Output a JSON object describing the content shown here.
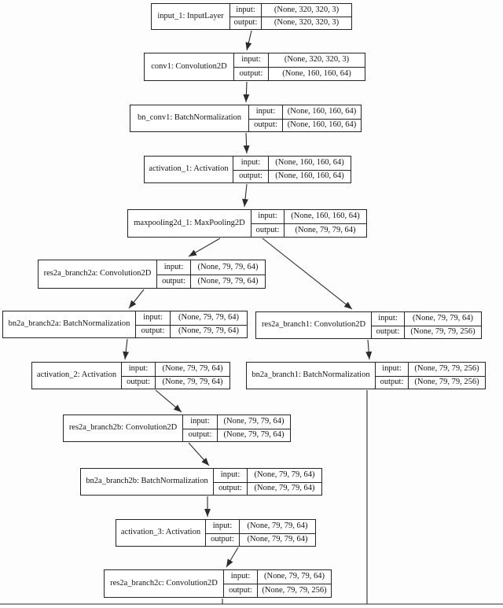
{
  "diagram": {
    "kind": "keras-model-architecture-plot",
    "io_labels": {
      "input": "input:",
      "output": "output:"
    },
    "colors": {
      "background": "#fdfdfd",
      "node_fill": "#ffffff",
      "border": "#252525",
      "edge": "#2c2c2c",
      "text": "#141414"
    },
    "nodes": [
      {
        "id": "input_1",
        "label": "input_1: InputLayer",
        "input": "(None, 320, 320, 3)",
        "output": "(None, 320, 320, 3)"
      },
      {
        "id": "conv1",
        "label": "conv1: Convolution2D",
        "input": "(None, 320, 320, 3)",
        "output": "(None, 160, 160, 64)"
      },
      {
        "id": "bn_conv1",
        "label": "bn_conv1: BatchNormalization",
        "input": "(None, 160, 160, 64)",
        "output": "(None, 160, 160, 64)"
      },
      {
        "id": "activation_1",
        "label": "activation_1: Activation",
        "input": "(None, 160, 160, 64)",
        "output": "(None, 160, 160, 64)"
      },
      {
        "id": "maxpooling2d_1",
        "label": "maxpooling2d_1: MaxPooling2D",
        "input": "(None, 160, 160, 64)",
        "output": "(None, 79, 79, 64)"
      },
      {
        "id": "res2a_branch2a",
        "label": "res2a_branch2a: Convolution2D",
        "input": "(None, 79, 79, 64)",
        "output": "(None, 79, 79, 64)"
      },
      {
        "id": "bn2a_branch2a",
        "label": "bn2a_branch2a: BatchNormalization",
        "input": "(None, 79, 79, 64)",
        "output": "(None, 79, 79, 64)"
      },
      {
        "id": "res2a_branch1",
        "label": "res2a_branch1: Convolution2D",
        "input": "(None, 79, 79, 64)",
        "output": "(None, 79, 79, 256)"
      },
      {
        "id": "activation_2",
        "label": "activation_2: Activation",
        "input": "(None, 79, 79, 64)",
        "output": "(None, 79, 79, 64)"
      },
      {
        "id": "bn2a_branch1",
        "label": "bn2a_branch1: BatchNormalization",
        "input": "(None, 79, 79, 256)",
        "output": "(None, 79, 79, 256)"
      },
      {
        "id": "res2a_branch2b",
        "label": "res2a_branch2b: Convolution2D",
        "input": "(None, 79, 79, 64)",
        "output": "(None, 79, 79, 64)"
      },
      {
        "id": "bn2a_branch2b",
        "label": "bn2a_branch2b: BatchNormalization",
        "input": "(None, 79, 79, 64)",
        "output": "(None, 79, 79, 64)"
      },
      {
        "id": "activation_3",
        "label": "activation_3: Activation",
        "input": "(None, 79, 79, 64)",
        "output": "(None, 79, 79, 64)"
      },
      {
        "id": "res2a_branch2c",
        "label": "res2a_branch2c: Convolution2D",
        "input": "(None, 79, 79, 64)",
        "output": "(None, 79, 79, 256)"
      }
    ],
    "edges": [
      {
        "from": "input_1",
        "to": "conv1"
      },
      {
        "from": "conv1",
        "to": "bn_conv1"
      },
      {
        "from": "bn_conv1",
        "to": "activation_1"
      },
      {
        "from": "activation_1",
        "to": "maxpooling2d_1"
      },
      {
        "from": "maxpooling2d_1",
        "to": "res2a_branch2a"
      },
      {
        "from": "maxpooling2d_1",
        "to": "res2a_branch1"
      },
      {
        "from": "res2a_branch2a",
        "to": "bn2a_branch2a"
      },
      {
        "from": "bn2a_branch2a",
        "to": "activation_2"
      },
      {
        "from": "res2a_branch1",
        "to": "bn2a_branch1"
      },
      {
        "from": "activation_2",
        "to": "res2a_branch2b"
      },
      {
        "from": "res2a_branch2b",
        "to": "bn2a_branch2b"
      },
      {
        "from": "bn2a_branch2b",
        "to": "activation_3"
      },
      {
        "from": "activation_3",
        "to": "res2a_branch2c"
      },
      {
        "from": "res2a_branch2c",
        "to": "offscreen_bottom_node"
      },
      {
        "from": "bn2a_branch1",
        "to": "offscreen_bottom_node"
      }
    ],
    "offscreen_bottom_node": {
      "id": "offscreen_bottom_node",
      "note": "only top border visible at bottom edge of image"
    }
  }
}
